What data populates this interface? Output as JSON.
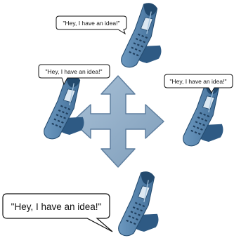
{
  "bubbles": {
    "top": "\"Hey, I have an idea!\"",
    "left": "\"Hey, I have an idea!\"",
    "right": "\"Hey, I have an idea!\"",
    "bottom": "\"Hey, I have an idea!\""
  },
  "colors": {
    "arrow_fill": "#8eabc6",
    "arrow_stroke": "#5f7f9f",
    "phone_body": "#5b87b0",
    "phone_dark": "#234a6e",
    "phone_light": "#8fb3d1",
    "screen": "#dce8f2",
    "keys": "#1f3e5d",
    "bubble_border": "#111111"
  }
}
